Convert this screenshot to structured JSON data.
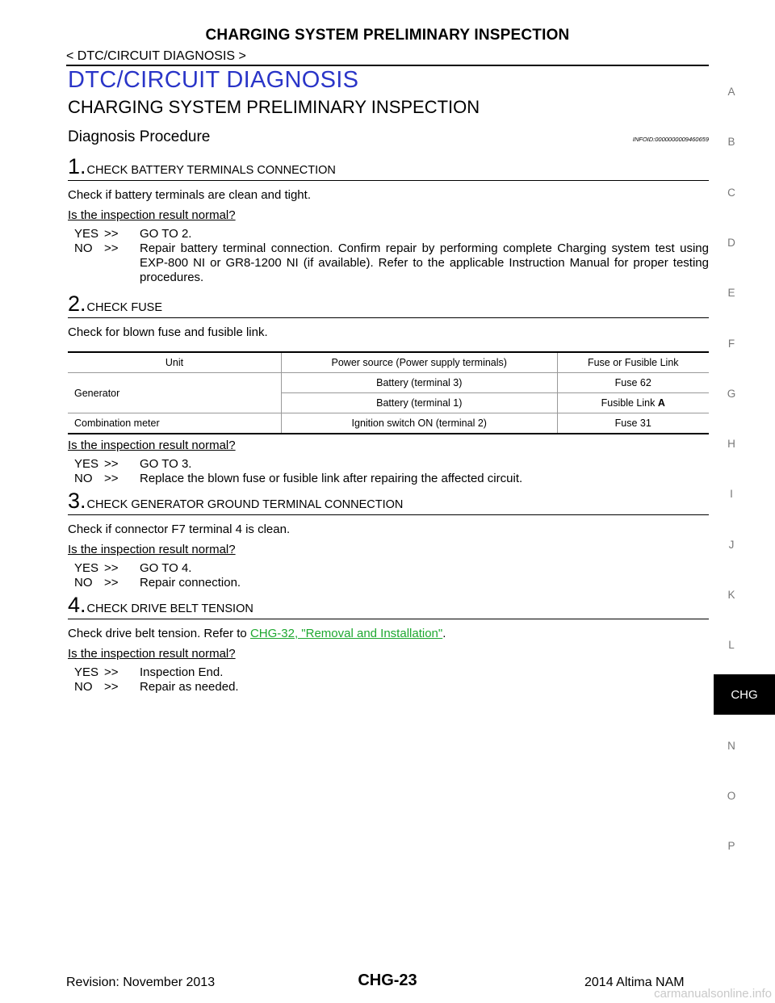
{
  "header": {
    "page_title": "CHARGING SYSTEM PRELIMINARY INSPECTION",
    "breadcrumb": "< DTC/CIRCUIT DIAGNOSIS >"
  },
  "chapter_title": "DTC/CIRCUIT DIAGNOSIS",
  "section_title": "CHARGING SYSTEM PRELIMINARY INSPECTION",
  "subsection": {
    "title": "Diagnosis Procedure",
    "infoid": "INFOID:0000000009460659"
  },
  "common": {
    "question": "Is the inspection result normal?",
    "yes": "YES",
    "no": "NO",
    "arrow": ">>",
    "dot": "."
  },
  "steps": [
    {
      "number": "1",
      "title": "CHECK BATTERY TERMINALS CONNECTION",
      "text": "Check if battery terminals are clean and tight.",
      "yes": "GO TO 2.",
      "no": "Repair battery terminal connection. Confirm repair by performing complete Charging system test using EXP-800 NI or GR8-1200 NI (if available). Refer to the applicable Instruction Manual for proper testing procedures."
    },
    {
      "number": "2",
      "title": "CHECK FUSE",
      "text": "Check for blown fuse and fusible link.",
      "yes": "GO TO 3.",
      "no": "Replace the blown fuse or fusible link after repairing the affected circuit."
    },
    {
      "number": "3",
      "title": "CHECK GENERATOR GROUND TERMINAL CONNECTION",
      "text": "Check if connector F7 terminal 4 is clean.",
      "yes": "GO TO 4.",
      "no": "Repair connection."
    },
    {
      "number": "4",
      "title": "CHECK DRIVE BELT TENSION",
      "text_before": "Check drive belt tension. Refer to ",
      "link": "CHG-32, \"Removal and Installation\"",
      "text_after": ".",
      "yes": "Inspection End.",
      "no": "Repair as needed."
    }
  ],
  "fuse_table": {
    "headers": [
      "Unit",
      "Power source (Power supply terminals)",
      "Fuse or Fusible Link"
    ],
    "generator": "Generator",
    "generator_rows": [
      {
        "source": "Battery (terminal 3)",
        "fuse": "Fuse 62"
      },
      {
        "source": "Battery (terminal 1)",
        "fuse": "Fusible Link ",
        "fuse_bold": "A"
      }
    ],
    "meter": {
      "unit": "Combination meter",
      "source": "Ignition switch ON (terminal 2)",
      "fuse": "Fuse 31"
    }
  },
  "side_index": [
    "A",
    "B",
    "C",
    "D",
    "E",
    "F",
    "G",
    "H",
    "I",
    "J",
    "K",
    "L",
    "N",
    "O",
    "P"
  ],
  "side_tab": "CHG",
  "footer": {
    "revision": "Revision: November 2013",
    "page": "CHG-23",
    "model": "2014 Altima NAM",
    "watermark": "carmanualsonline.info"
  }
}
